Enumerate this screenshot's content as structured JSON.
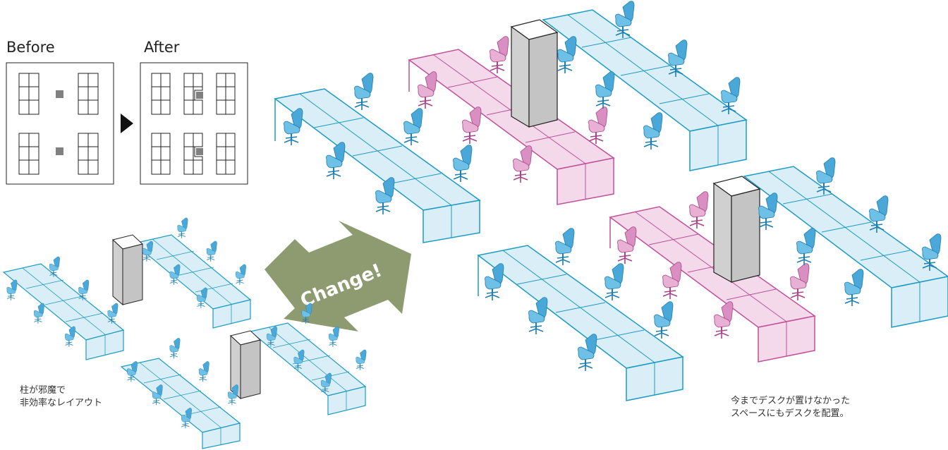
{
  "labels": {
    "before": "Before",
    "after": "After",
    "change": "Change!"
  },
  "captions": {
    "left_line1": "柱が邪魔で",
    "left_line2": "非効率なレイアウト",
    "right_line1": "今までデスクが置けなかった",
    "right_line2": "スペースにもデスクを配置。"
  },
  "colors": {
    "desk_fill": "#d9eef6",
    "desk_stroke": "#1d9bc4",
    "chair": "#4aa8d8",
    "pink_fill": "#f3d9ea",
    "pink_stroke": "#c0509a",
    "pink_chair": "#d98fc1",
    "pillar_fill": "#d0d0d0",
    "arrow": "#8e9a6f"
  }
}
